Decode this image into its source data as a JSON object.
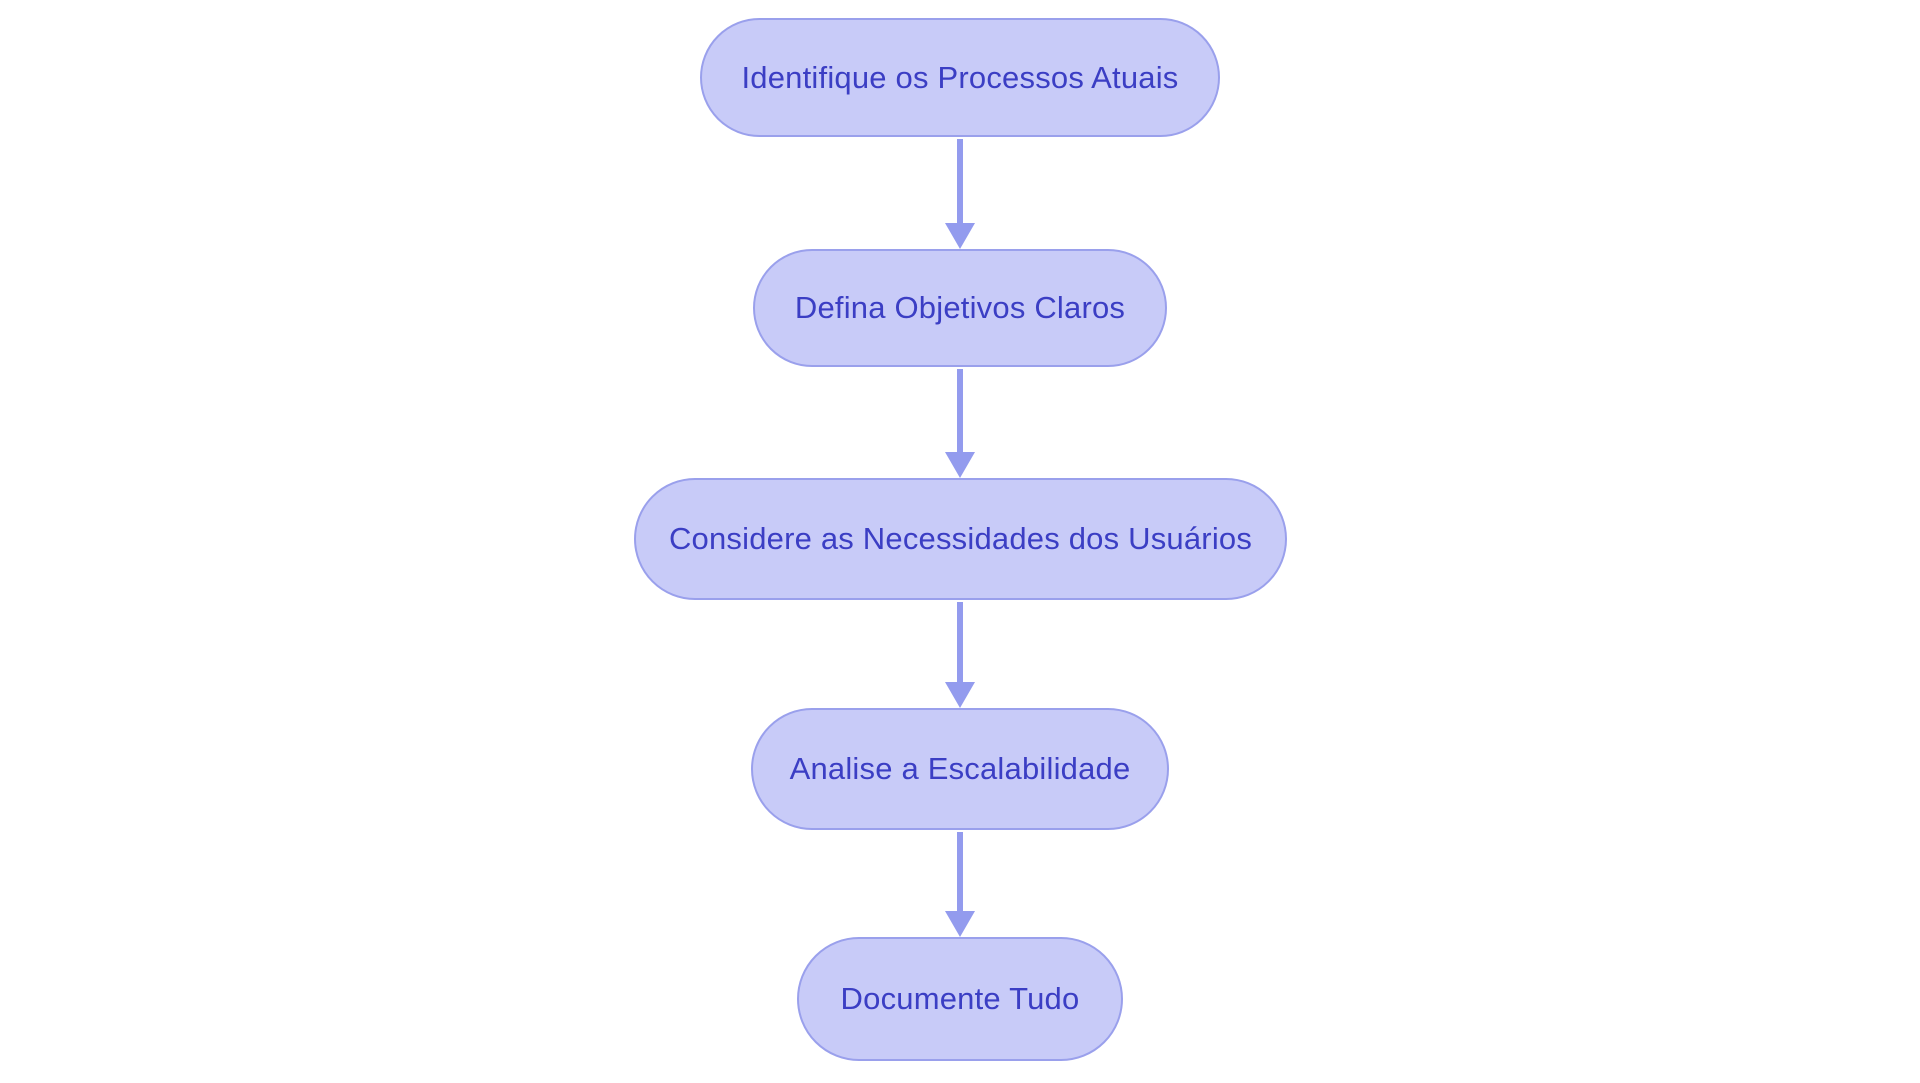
{
  "diagram": {
    "type": "flowchart",
    "direction": "top-down",
    "background_color": "#ffffff",
    "colors": {
      "node_fill": "#c8cbf8",
      "node_border": "#9aa0ec",
      "node_text": "#3b3ec4",
      "arrow": "#939bee"
    },
    "nodes": [
      {
        "id": "step-1",
        "label": "Identifique os Processos Atuais"
      },
      {
        "id": "step-2",
        "label": "Defina Objetivos Claros"
      },
      {
        "id": "step-3",
        "label": "Considere as Necessidades dos Usuários"
      },
      {
        "id": "step-4",
        "label": "Analise a Escalabilidade"
      },
      {
        "id": "step-5",
        "label": "Documente Tudo"
      }
    ],
    "edges": [
      {
        "from": "step-1",
        "to": "step-2"
      },
      {
        "from": "step-2",
        "to": "step-3"
      },
      {
        "from": "step-3",
        "to": "step-4"
      },
      {
        "from": "step-4",
        "to": "step-5"
      }
    ]
  }
}
